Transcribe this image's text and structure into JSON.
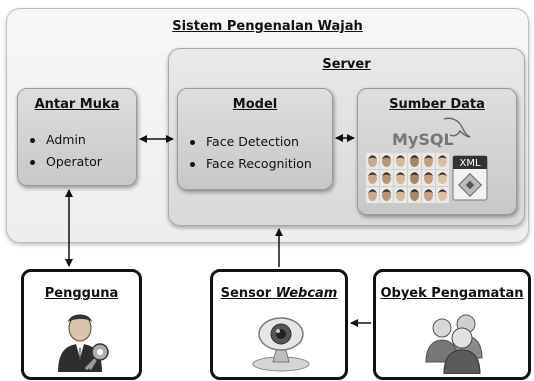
{
  "system": {
    "title": "Sistem Pengenalan Wajah"
  },
  "server": {
    "title": "Server"
  },
  "antar_muka": {
    "title": "Antar Muka",
    "items": [
      "Admin",
      "Operator"
    ]
  },
  "model": {
    "title": "Model",
    "items": [
      "Face Detection",
      "Face Recognition"
    ]
  },
  "sumber_data": {
    "title": "Sumber Data",
    "db_logo": "MySQL",
    "xml_label": "XML"
  },
  "pengguna": {
    "title": "Pengguna",
    "icon": "user-key-icon"
  },
  "sensor": {
    "title_prefix": "Sensor",
    "title_italic": "Webcam",
    "icon": "webcam-icon"
  },
  "obyek": {
    "title": "Obyek Pengamatan",
    "icon": "group-icon"
  }
}
